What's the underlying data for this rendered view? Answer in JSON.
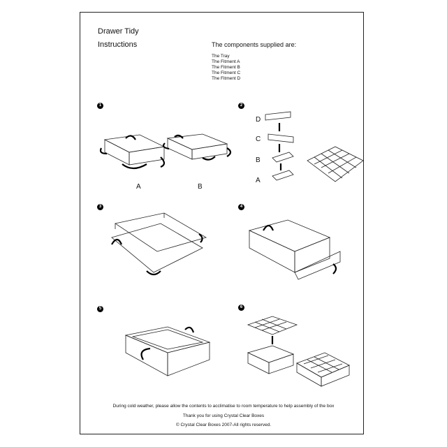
{
  "header": {
    "title": "Drawer Tidy",
    "subtitle": "Instructions",
    "components_heading": "The components supplied are:",
    "components": [
      "The Tray",
      "The Fitment A",
      "The Fitment B",
      "The Fitment C",
      "The Fitment D"
    ]
  },
  "steps": [
    {
      "number": "1",
      "labels": [
        "A",
        "B"
      ]
    },
    {
      "number": "2",
      "labels": [
        "D",
        "C",
        "B",
        "A"
      ]
    },
    {
      "number": "3"
    },
    {
      "number": "4"
    },
    {
      "number": "5"
    },
    {
      "number": "6"
    }
  ],
  "footer": {
    "note": "During cold weather, please allow the contents to acclimatise to room temperature to help assembly of the box",
    "thanks": "Thank you for using Crystal Clear Boxes",
    "copyright": "© Crystal Clear Boxes 2007-All rights reserved."
  }
}
